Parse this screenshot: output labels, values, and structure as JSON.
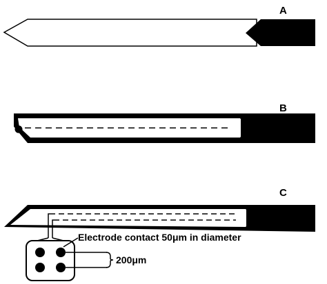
{
  "panels": {
    "a": {
      "label": "A"
    },
    "b": {
      "label": "B"
    },
    "c": {
      "label": "C"
    }
  },
  "annotations": {
    "contact": "Electrode contact 50μm in diameter",
    "spacing": "200μm"
  },
  "colors": {
    "ink": "#000000",
    "paper": "#ffffff"
  }
}
